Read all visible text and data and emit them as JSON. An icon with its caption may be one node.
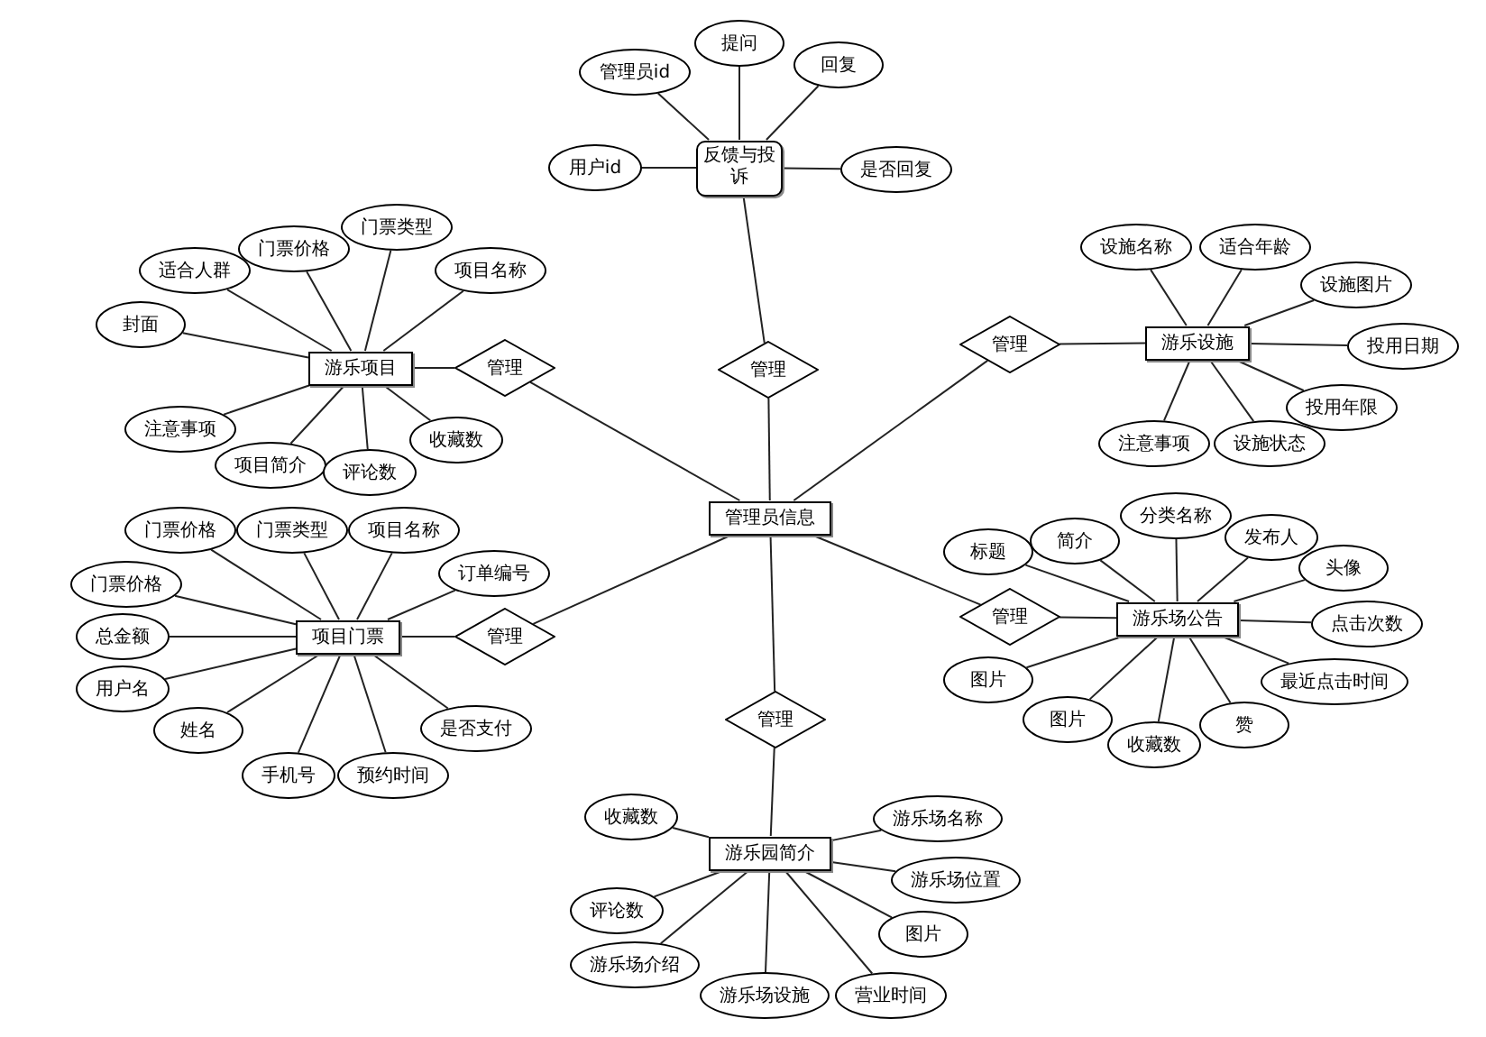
{
  "diagram": {
    "nodes": [
      {
        "text": [
          "反馈与投诉"
        ]
      },
      {
        "text": [
          "管理员id"
        ]
      },
      {
        "text": [
          "提问"
        ]
      },
      {
        "text": [
          "回复"
        ]
      },
      {
        "text": [
          "用户id"
        ]
      },
      {
        "text": [
          "是否回复"
        ]
      },
      {
        "text": [
          "管理"
        ]
      },
      {
        "text": [
          "游乐项目"
        ]
      },
      {
        "text": [
          "适合人群"
        ]
      },
      {
        "text": [
          "门票价格"
        ]
      },
      {
        "text": [
          "门票类型"
        ]
      },
      {
        "text": [
          "项目名称"
        ]
      },
      {
        "text": [
          "封面"
        ]
      },
      {
        "text": [
          "注意事项"
        ]
      },
      {
        "text": [
          "项目简介"
        ]
      },
      {
        "text": [
          "评论数"
        ]
      },
      {
        "text": [
          "收藏数"
        ]
      },
      {
        "text": [
          "管理"
        ]
      },
      {
        "text": [
          "游乐设施"
        ]
      },
      {
        "text": [
          "设施名称"
        ]
      },
      {
        "text": [
          "适合年龄"
        ]
      },
      {
        "text": [
          "设施图片"
        ]
      },
      {
        "text": [
          "投用日期"
        ]
      },
      {
        "text": [
          "投用年限"
        ]
      },
      {
        "text": [
          "注意事项"
        ]
      },
      {
        "text": [
          "设施状态"
        ]
      },
      {
        "text": [
          "管理"
        ]
      },
      {
        "text": [
          "管理员信息"
        ]
      },
      {
        "text": [
          "项目门票"
        ]
      },
      {
        "text": [
          "门票价格"
        ]
      },
      {
        "text": [
          "门票类型"
        ]
      },
      {
        "text": [
          "项目名称"
        ]
      },
      {
        "text": [
          "订单编号"
        ]
      },
      {
        "text": [
          "门票价格"
        ]
      },
      {
        "text": [
          "总金额"
        ]
      },
      {
        "text": [
          "用户名"
        ]
      },
      {
        "text": [
          "姓名"
        ]
      },
      {
        "text": [
          "手机号"
        ]
      },
      {
        "text": [
          "预约时间"
        ]
      },
      {
        "text": [
          "是否支付"
        ]
      },
      {
        "text": [
          "管理"
        ]
      },
      {
        "text": [
          "游乐场公告"
        ]
      },
      {
        "text": [
          "标题"
        ]
      },
      {
        "text": [
          "简介"
        ]
      },
      {
        "text": [
          "分类名称"
        ]
      },
      {
        "text": [
          "发布人"
        ]
      },
      {
        "text": [
          "头像"
        ]
      },
      {
        "text": [
          "点击次数"
        ]
      },
      {
        "text": [
          "最近点击时间"
        ]
      },
      {
        "text": [
          "图片"
        ]
      },
      {
        "text": [
          "图片"
        ]
      },
      {
        "text": [
          "收藏数"
        ]
      },
      {
        "text": [
          "赞"
        ]
      },
      {
        "text": [
          "管理"
        ]
      },
      {
        "text": [
          "管理"
        ]
      },
      {
        "text": [
          "游乐园简介"
        ]
      },
      {
        "text": [
          "收藏数"
        ]
      },
      {
        "text": [
          "评论数"
        ]
      },
      {
        "text": [
          "游乐场介绍"
        ]
      },
      {
        "text": [
          "游乐场设施"
        ]
      },
      {
        "text": [
          "营业时间"
        ]
      },
      {
        "text": [
          "图片"
        ]
      },
      {
        "text": [
          "游乐场名称"
        ]
      },
      {
        "text": [
          "游乐场位置"
        ]
      }
    ],
    "edges": [
      {
        "from": 0,
        "to": 1,
        "arrow": "none"
      },
      {
        "from": 0,
        "to": 2,
        "arrow": "none"
      },
      {
        "from": 0,
        "to": 3,
        "arrow": "none"
      },
      {
        "from": 0,
        "to": 4,
        "arrow": "none"
      },
      {
        "from": 0,
        "to": 5,
        "arrow": "none"
      },
      {
        "from": 0,
        "to": 6,
        "arrow": "none"
      },
      {
        "from": 6,
        "to": 27,
        "arrow": "none"
      },
      {
        "from": 7,
        "to": 8,
        "arrow": "none"
      },
      {
        "from": 7,
        "to": 9,
        "arrow": "none"
      },
      {
        "from": 7,
        "to": 10,
        "arrow": "none"
      },
      {
        "from": 7,
        "to": 11,
        "arrow": "none"
      },
      {
        "from": 7,
        "to": 12,
        "arrow": "none"
      },
      {
        "from": 7,
        "to": 13,
        "arrow": "none"
      },
      {
        "from": 7,
        "to": 14,
        "arrow": "none"
      },
      {
        "from": 7,
        "to": 15,
        "arrow": "none"
      },
      {
        "from": 7,
        "to": 16,
        "arrow": "none"
      },
      {
        "from": 7,
        "to": 17,
        "arrow": "none"
      },
      {
        "from": 17,
        "to": 27,
        "arrow": "none"
      },
      {
        "from": 18,
        "to": 19,
        "arrow": "none"
      },
      {
        "from": 18,
        "to": 20,
        "arrow": "none"
      },
      {
        "from": 18,
        "to": 21,
        "arrow": "none"
      },
      {
        "from": 18,
        "to": 22,
        "arrow": "none"
      },
      {
        "from": 18,
        "to": 23,
        "arrow": "none"
      },
      {
        "from": 18,
        "to": 24,
        "arrow": "none"
      },
      {
        "from": 18,
        "to": 25,
        "arrow": "none"
      },
      {
        "from": 18,
        "to": 26,
        "arrow": "none"
      },
      {
        "from": 26,
        "to": 27,
        "arrow": "none"
      },
      {
        "from": 28,
        "to": 29,
        "arrow": "none"
      },
      {
        "from": 28,
        "to": 30,
        "arrow": "none"
      },
      {
        "from": 28,
        "to": 31,
        "arrow": "none"
      },
      {
        "from": 28,
        "to": 32,
        "arrow": "none"
      },
      {
        "from": 28,
        "to": 33,
        "arrow": "none"
      },
      {
        "from": 28,
        "to": 34,
        "arrow": "none"
      },
      {
        "from": 28,
        "to": 35,
        "arrow": "none"
      },
      {
        "from": 28,
        "to": 36,
        "arrow": "none"
      },
      {
        "from": 28,
        "to": 37,
        "arrow": "none"
      },
      {
        "from": 28,
        "to": 38,
        "arrow": "none"
      },
      {
        "from": 28,
        "to": 39,
        "arrow": "none"
      },
      {
        "from": 28,
        "to": 40,
        "arrow": "none"
      },
      {
        "from": 40,
        "to": 27,
        "arrow": "none"
      },
      {
        "from": 41,
        "to": 42,
        "arrow": "none"
      },
      {
        "from": 41,
        "to": 43,
        "arrow": "none"
      },
      {
        "from": 41,
        "to": 44,
        "arrow": "none"
      },
      {
        "from": 41,
        "to": 45,
        "arrow": "none"
      },
      {
        "from": 41,
        "to": 46,
        "arrow": "none"
      },
      {
        "from": 41,
        "to": 47,
        "arrow": "none"
      },
      {
        "from": 41,
        "to": 48,
        "arrow": "none"
      },
      {
        "from": 41,
        "to": 49,
        "arrow": "none"
      },
      {
        "from": 41,
        "to": 50,
        "arrow": "none"
      },
      {
        "from": 41,
        "to": 51,
        "arrow": "none"
      },
      {
        "from": 41,
        "to": 52,
        "arrow": "none"
      },
      {
        "from": 41,
        "to": 53,
        "arrow": "none"
      },
      {
        "from": 53,
        "to": 27,
        "arrow": "none"
      },
      {
        "from": 27,
        "to": 54,
        "arrow": "none"
      },
      {
        "from": 54,
        "to": 55,
        "arrow": "none"
      },
      {
        "from": 55,
        "to": 56,
        "arrow": "none"
      },
      {
        "from": 55,
        "to": 57,
        "arrow": "none"
      },
      {
        "from": 55,
        "to": 58,
        "arrow": "none"
      },
      {
        "from": 55,
        "to": 59,
        "arrow": "none"
      },
      {
        "from": 55,
        "to": 60,
        "arrow": "none"
      },
      {
        "from": 55,
        "to": 61,
        "arrow": "none"
      },
      {
        "from": 55,
        "to": 62,
        "arrow": "none"
      },
      {
        "from": 55,
        "to": 63,
        "arrow": "none"
      }
    ]
  }
}
